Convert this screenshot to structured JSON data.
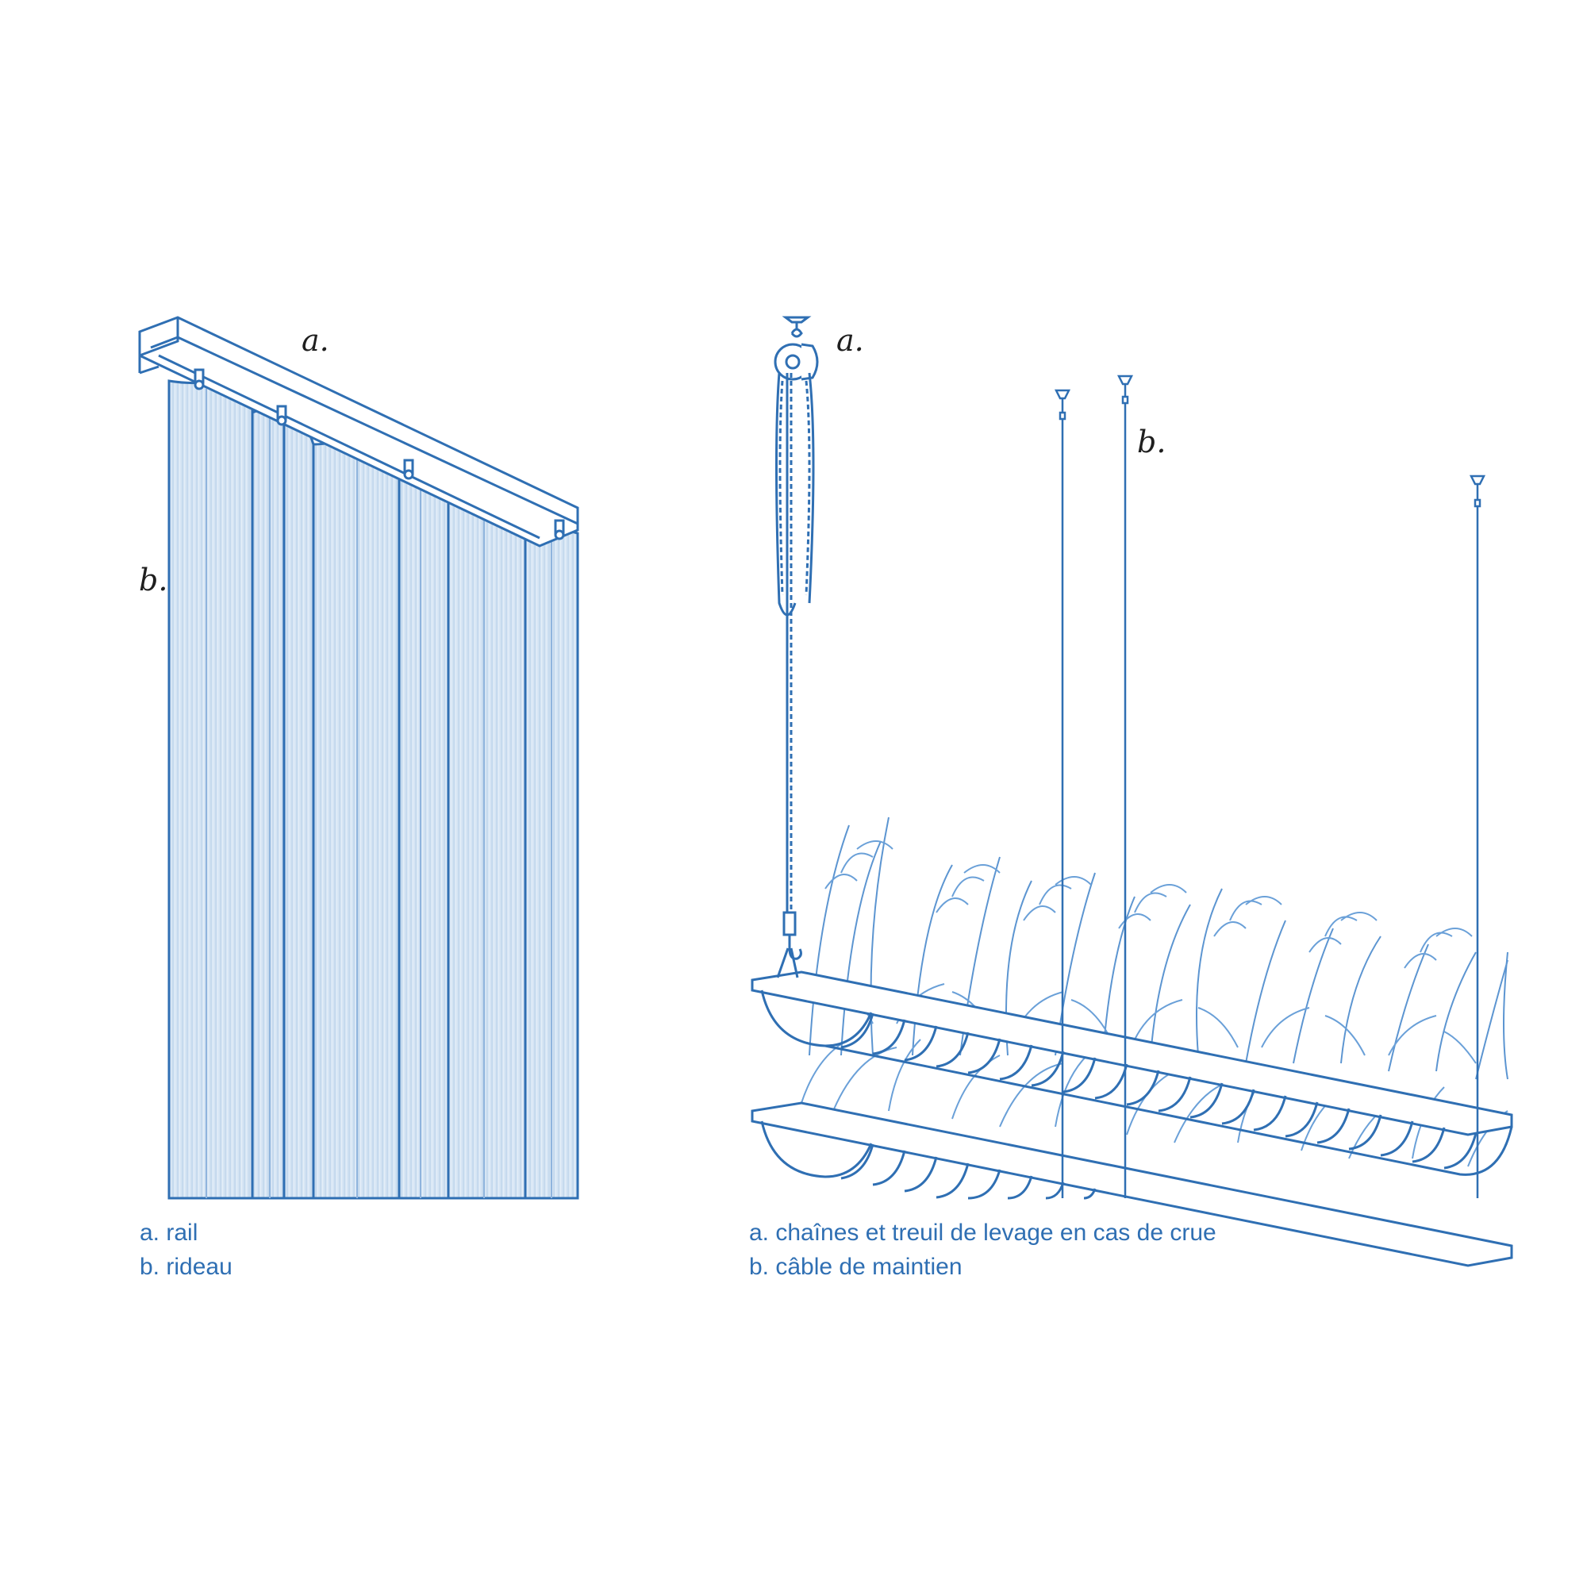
{
  "left_panel": {
    "callouts": {
      "a": "a.",
      "b": "b."
    },
    "legend": [
      "a. rail",
      "b. rideau"
    ]
  },
  "right_panel": {
    "callouts": {
      "a": "a.",
      "b": "b."
    },
    "legend": [
      "a. chaînes et treuil de levage en cas de crue",
      "b. câble de maintien"
    ]
  },
  "colors": {
    "line": "#2f6fb3",
    "curtain_fill": "#d6e5f4",
    "legend_text": "#2f6fb3"
  }
}
